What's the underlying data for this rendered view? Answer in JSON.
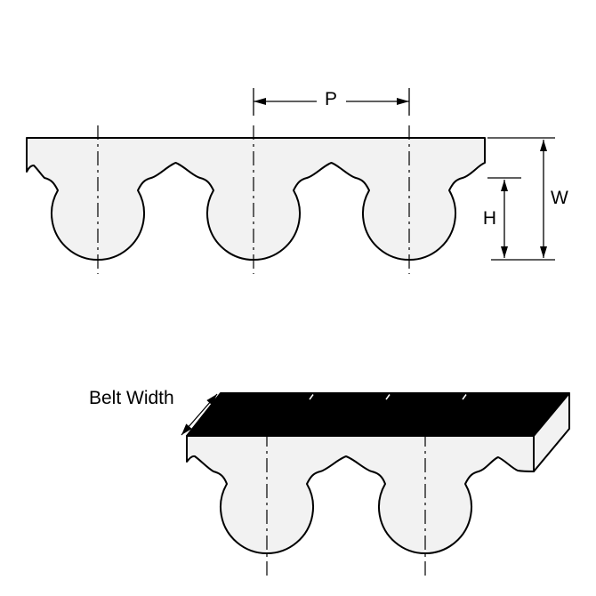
{
  "labels": {
    "p": "P",
    "w": "W",
    "h": "H",
    "belt_width": "Belt Width"
  },
  "colors": {
    "line": "#000000",
    "belt_fill": "#f2f2f2",
    "belt_top_face": "#000000",
    "background": "#ffffff",
    "seam": "#ffffff"
  }
}
